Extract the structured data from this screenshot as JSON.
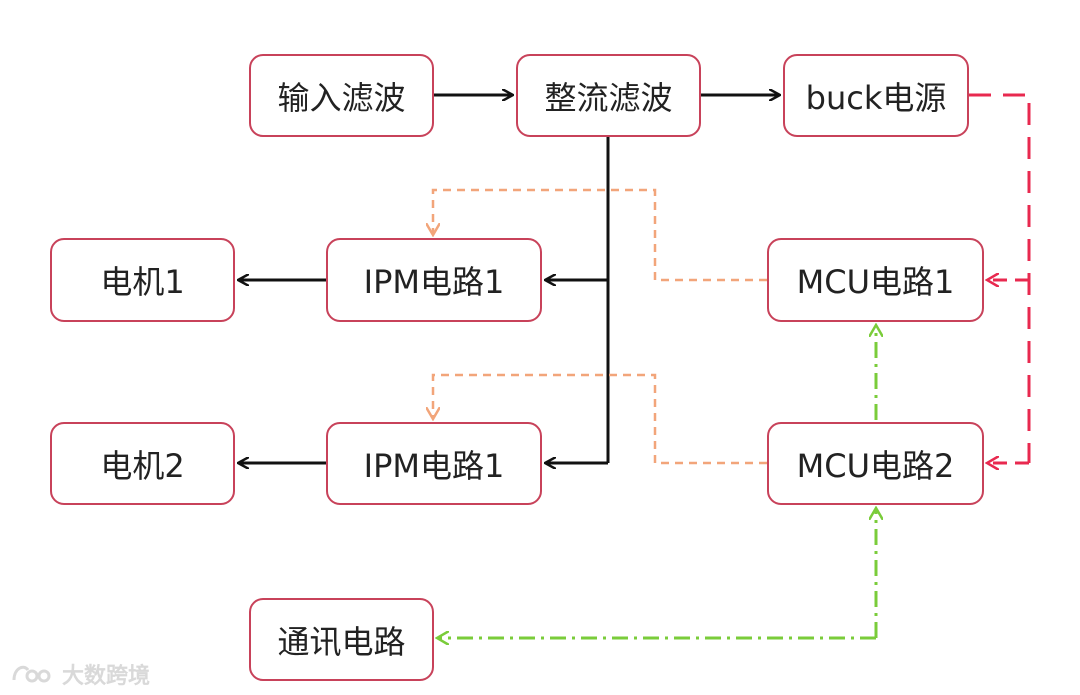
{
  "nodes": {
    "input_filter": "输入滤波",
    "rectifier_filter": "整流滤波",
    "buck_power": "buck电源",
    "motor1": "电机1",
    "ipm1": "IPM电路1",
    "mcu1": "MCU电路1",
    "motor2": "电机2",
    "ipm2": "IPM电路1",
    "mcu2": "MCU电路2",
    "comm": "通讯电路"
  },
  "colors": {
    "node_border": "#c8425a",
    "power_line": "#111111",
    "buck_to_mcu_line": "#e8294f",
    "control_line": "#f2a57a",
    "comm_line": "#7acc3a"
  },
  "watermark": {
    "text": "大数跨境",
    "logo": "brand-logo-icon"
  }
}
